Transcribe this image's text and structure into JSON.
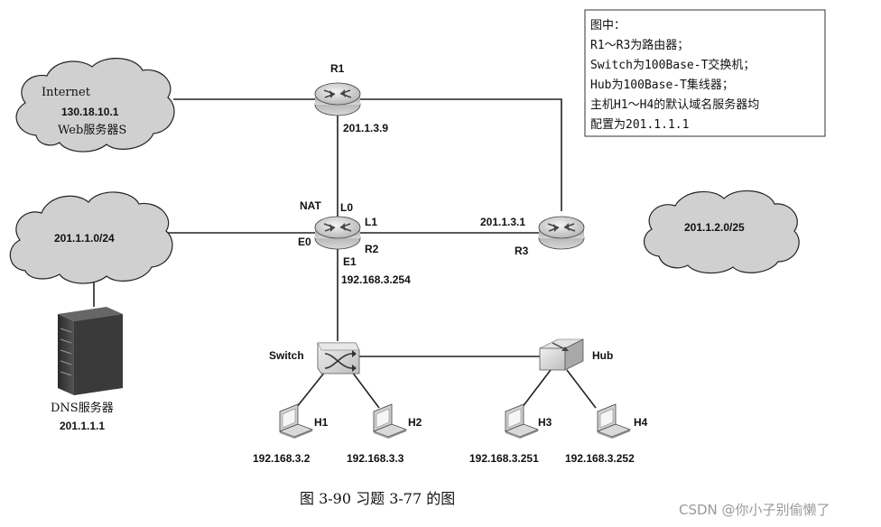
{
  "legend": {
    "lines": [
      "图中：",
      "R1～R3为路由器；",
      "Switch为100Base-T交换机；",
      "Hub为100Base-T集线器；",
      "主机H1～H4的默认域名服务器均",
      "配置为201.1.1.1"
    ]
  },
  "clouds": {
    "internet": {
      "line1": "Internet",
      "line2": "130.18.10.1",
      "line3": "Web服务器S"
    },
    "lan_left": {
      "label": "201.1.1.0/24"
    },
    "lan_right": {
      "label": "201.1.2.0/25"
    }
  },
  "routers": {
    "r1": {
      "name": "R1",
      "ip": "201.1.3.9"
    },
    "r2": {
      "name": "R2",
      "nat": "NAT",
      "l0": "L0",
      "l1": "L1",
      "e0": "E0",
      "e1": "E1",
      "e1_ip": "192.168.3.254"
    },
    "r3": {
      "name": "R3",
      "ip": "201.1.3.1"
    }
  },
  "devices": {
    "switch": {
      "name": "Switch"
    },
    "hub": {
      "name": "Hub"
    },
    "dns": {
      "line1": "DNS服务器",
      "line2": "201.1.1.1"
    }
  },
  "hosts": [
    {
      "name": "H1",
      "ip": "192.168.3.2"
    },
    {
      "name": "H2",
      "ip": "192.168.3.3"
    },
    {
      "name": "H3",
      "ip": "192.168.3.251"
    },
    {
      "name": "H4",
      "ip": "192.168.3.252"
    }
  ],
  "caption": "图 3-90  习题 3-77 的图",
  "watermark": "CSDN @你小子别偷懒了"
}
